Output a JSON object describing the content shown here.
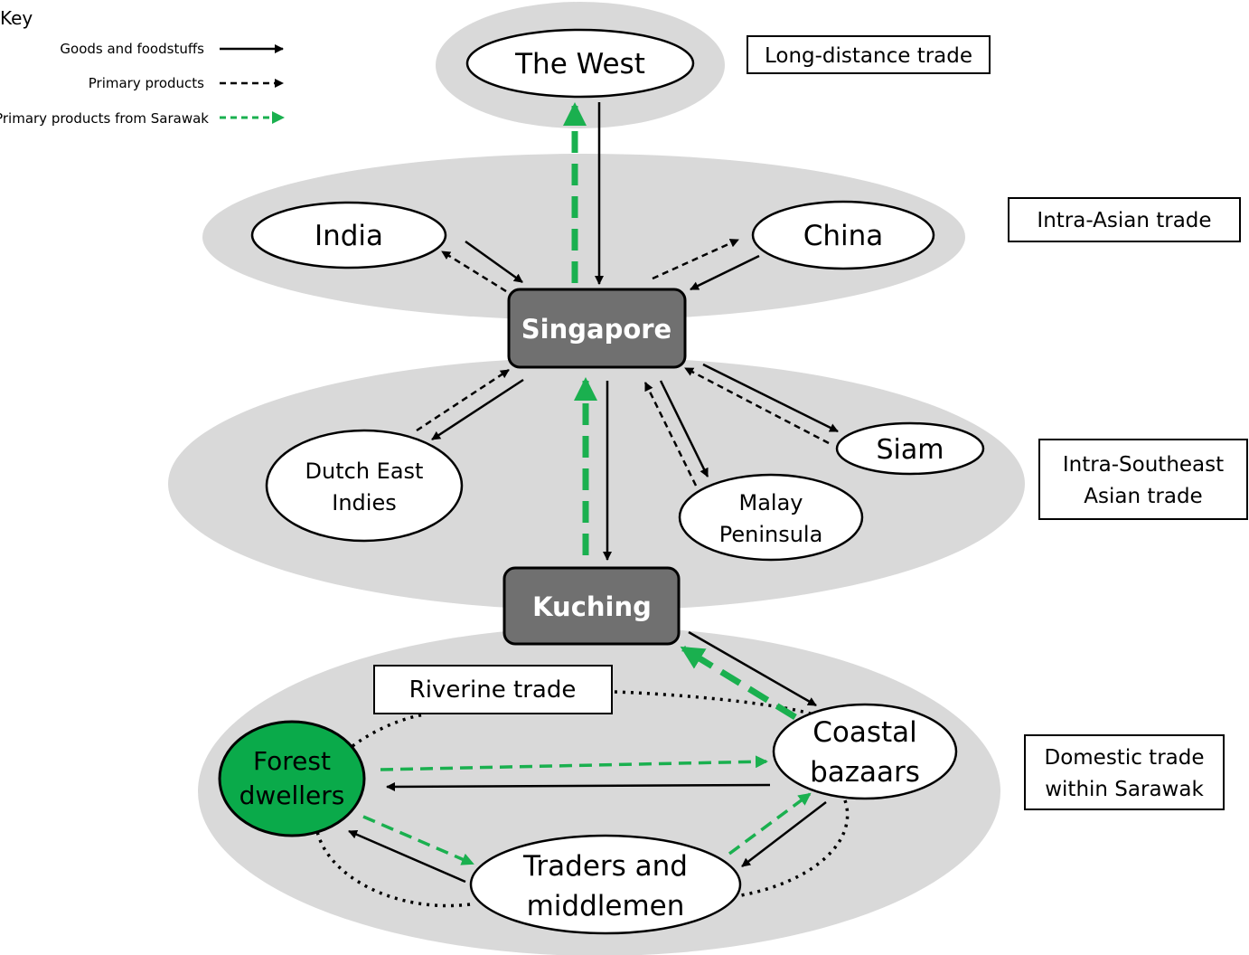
{
  "key": {
    "title": "Key",
    "items": [
      {
        "label": "Goods and foodstuffs",
        "style": "solid-black"
      },
      {
        "label": "Primary products",
        "style": "dashed-black"
      },
      {
        "label": "Primary products from Sarawak",
        "style": "dashed-green"
      }
    ]
  },
  "colors": {
    "band": "#d9d9d9",
    "hub": "#707070",
    "forest": "#0aaa4a",
    "green_arrow": "#1ab04f",
    "black": "#000000"
  },
  "nodes": {
    "the_west": "The West",
    "india": "India",
    "china": "China",
    "singapore": "Singapore",
    "dutch_east_indies_line1": "Dutch East",
    "dutch_east_indies_line2": "Indies",
    "siam": "Siam",
    "malay_line1": "Malay",
    "malay_line2": "Peninsula",
    "kuching": "Kuching",
    "forest_line1": "Forest",
    "forest_line2": "dwellers",
    "coastal_line1": "Coastal",
    "coastal_line2": "bazaars",
    "traders_line1": "Traders and",
    "traders_line2": "middlemen"
  },
  "labels": {
    "long_distance": "Long-distance trade",
    "intra_asian": "Intra-Asian trade",
    "intra_sea_line1": "Intra-Southeast",
    "intra_sea_line2": "Asian trade",
    "domestic_line1": "Domestic trade",
    "domestic_line2": "within Sarawak",
    "riverine": "Riverine trade"
  }
}
